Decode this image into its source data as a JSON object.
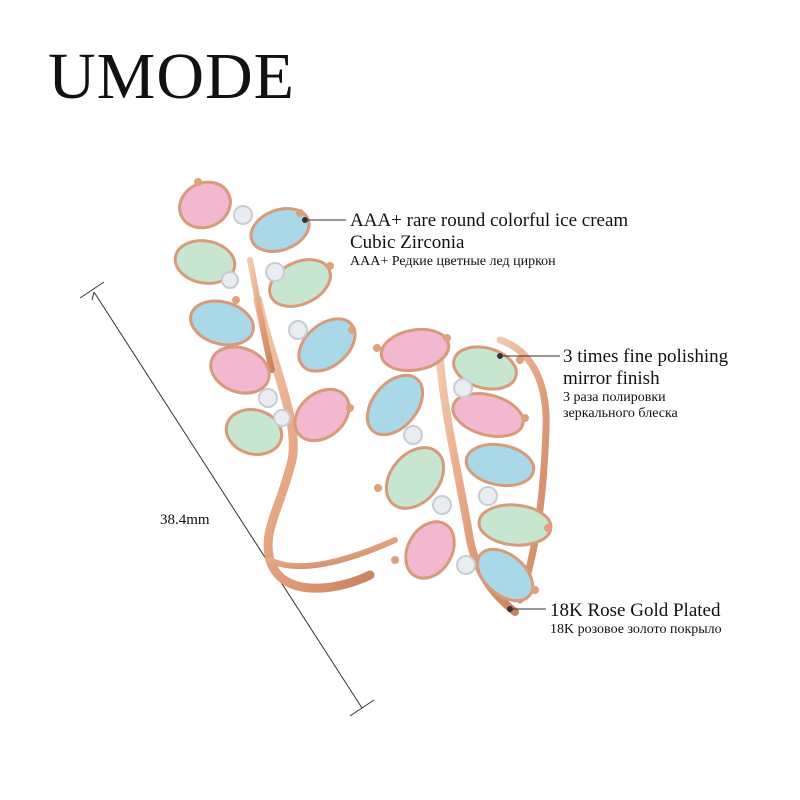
{
  "brand": "UMODE",
  "dimension": "38.4mm",
  "annotations": {
    "stones": {
      "line1": "AAA+ rare round colorful ice cream",
      "line2": "Cubic Zirconia",
      "ru": "AAA+ Редкие цветные лед циркон"
    },
    "polish": {
      "line1": "3 times fine polishing",
      "line2": "mirror finish",
      "ru1": "3 раза полировки",
      "ru2": "зеркального блеска"
    },
    "plating": {
      "line1": "18K Rose Gold Plated",
      "ru": "18K розовое золото покрыло"
    }
  },
  "colors": {
    "rose_gold": "#e5a98a",
    "pink_stone": "#f2b8cf",
    "blue_stone": "#a9d8e8",
    "mint_stone": "#c6e6d0",
    "white_stone": "#e9edf2"
  }
}
